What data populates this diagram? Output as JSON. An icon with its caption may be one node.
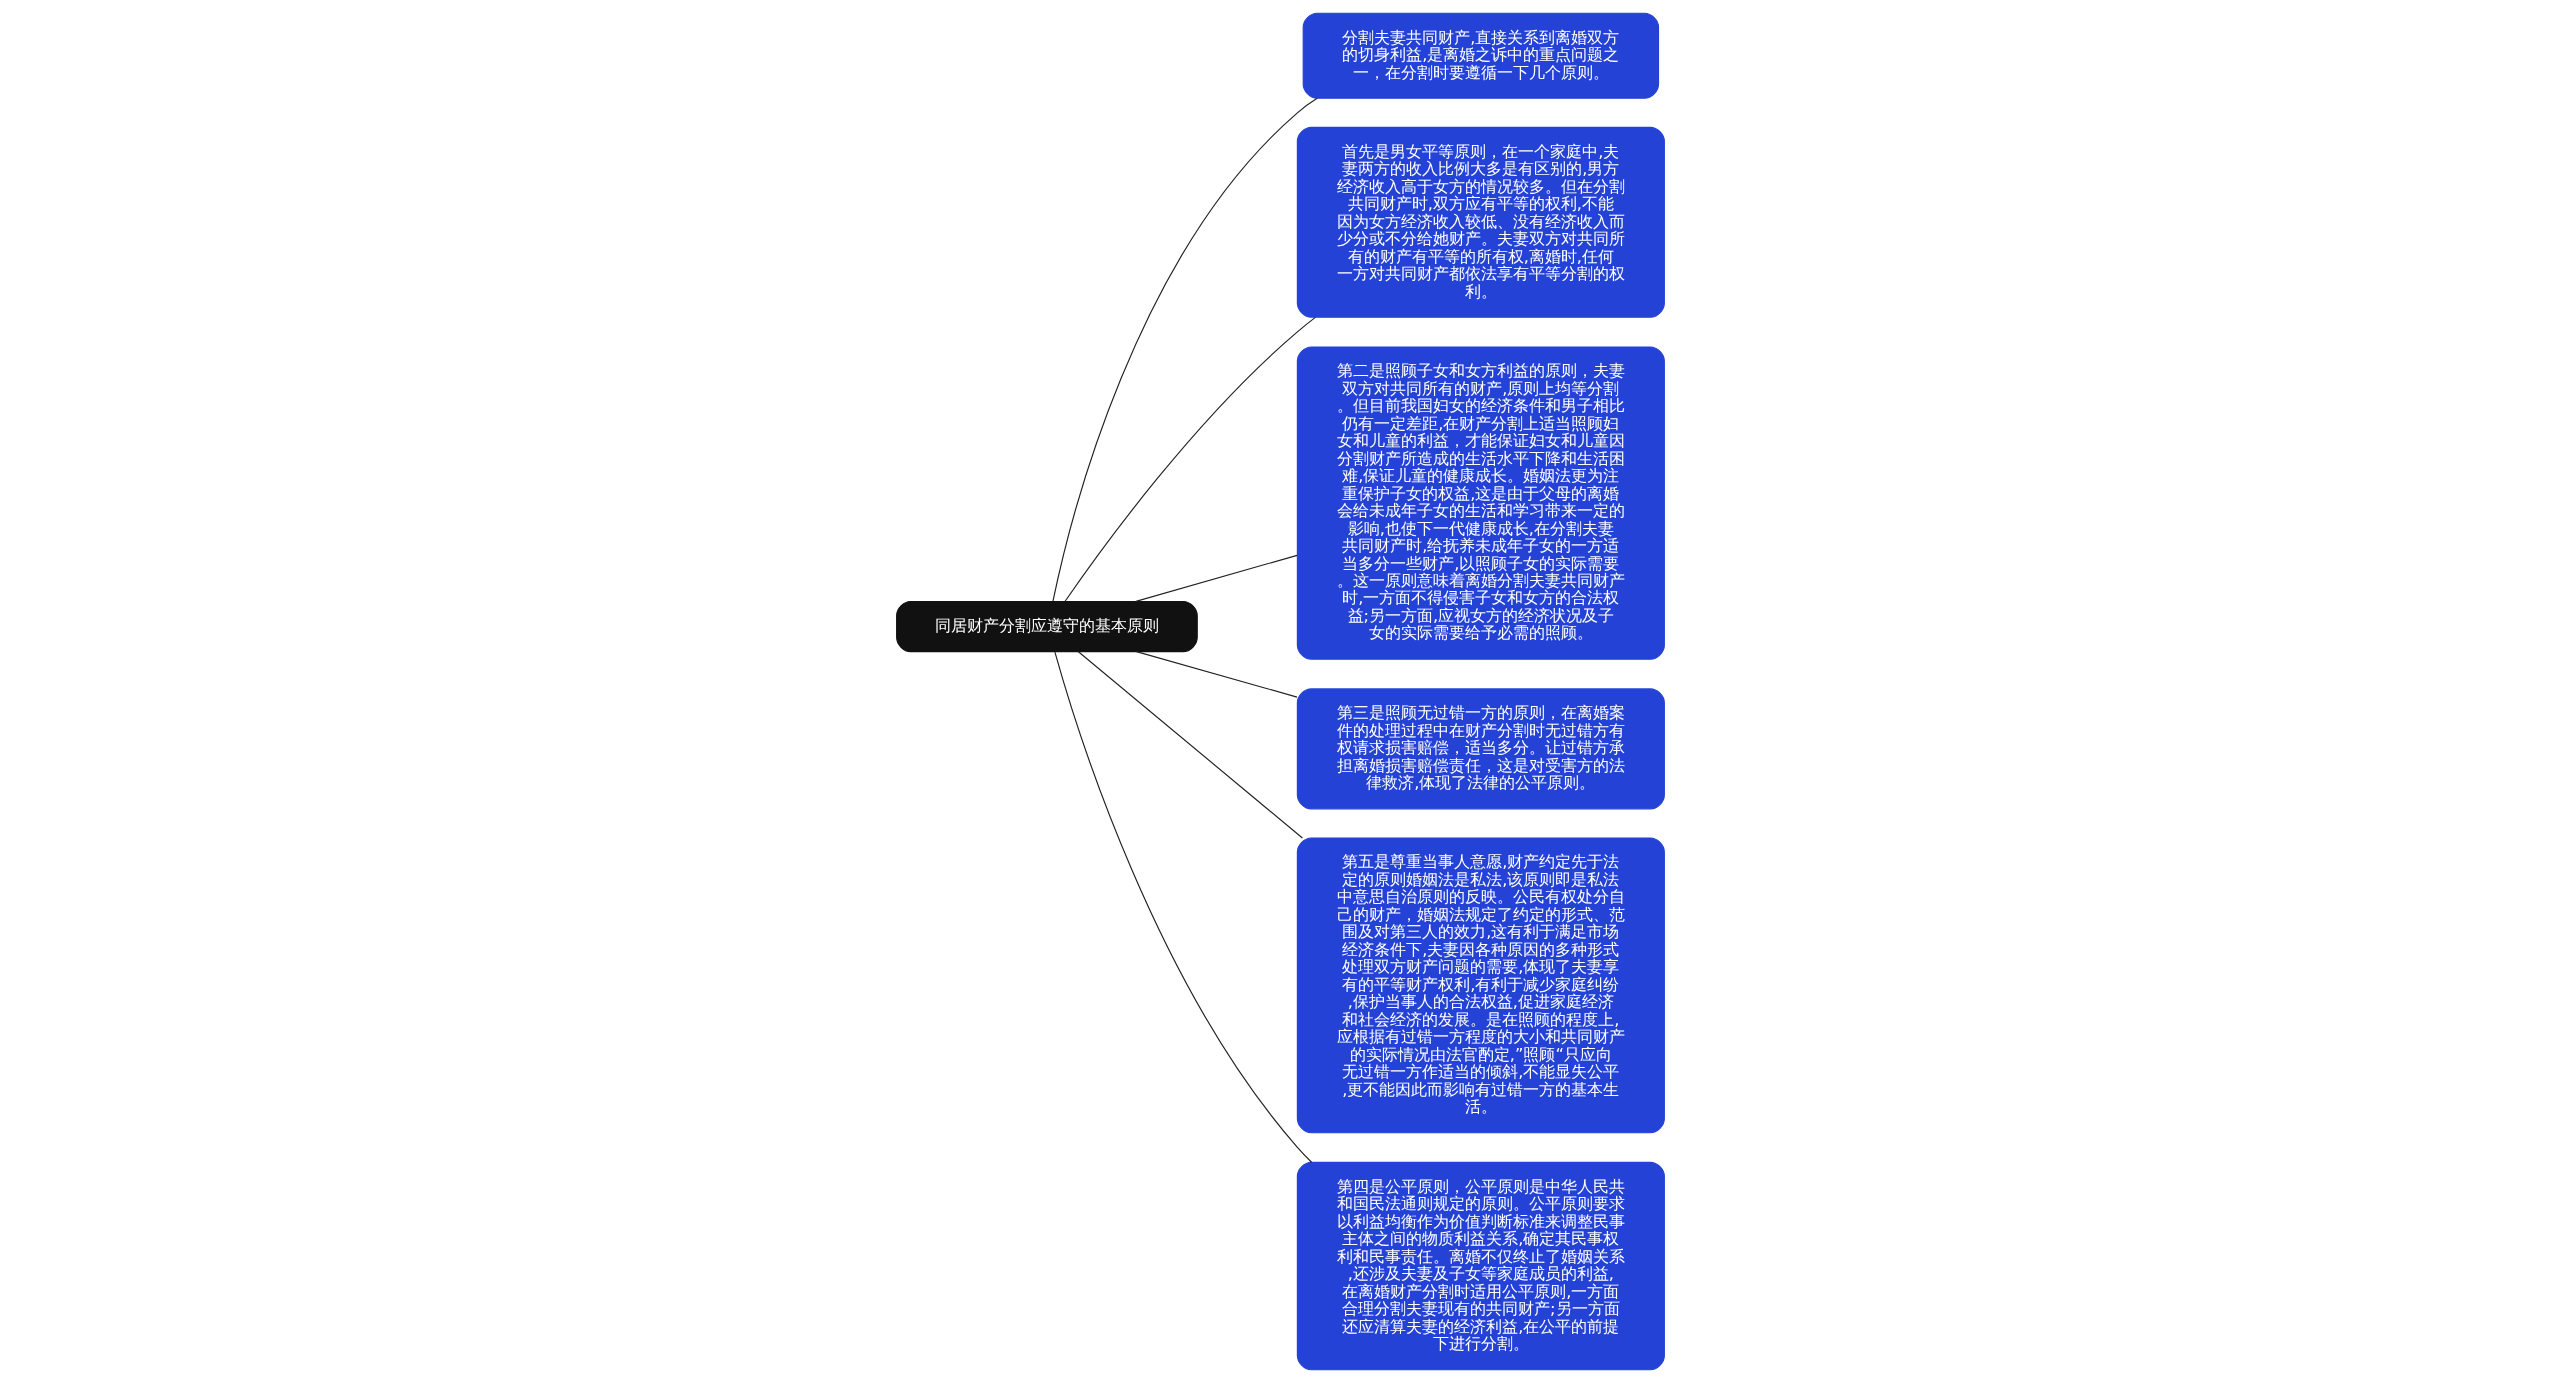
{
  "diagram": {
    "nodes": [
      {
        "text": [
          "同居财产分割应遵守的基本原则"
        ]
      },
      {
        "text": [
          "分割夫妻共同财产,直接关系到离婚双方的切身利益,是离婚之诉中的重点问题之一，在分割时要遵循一下几个原则。"
        ]
      },
      {
        "text": [
          "首先是男女平等原则，在一个家庭中,夫妻两方的收入比例大多是有区别的,男方经济收入高于女方的情况较多。但在分割共同财产时,双方应有平等的权利,不能因为女方经济收入较低、没有经济收入而少分或不分给她财产。夫妻双方对共同所有的财产有平等的所有权,离婚时,任何一方对共同财产都依法享有平等分割的权利。"
        ]
      },
      {
        "text": [
          "第二是照顾子女和女方利益的原则，夫妻双方对共同所有的财产,原则上均等分割。但目前我国妇女的经济条件和男子相比仍有一定差距,在财产分割上适当照顾妇女和儿童的利益，才能保证妇女和儿童因分割财产所造成的生活水平下降和生活困难,保证儿童的健康成长。婚姻法更为注重保护子女的权益,这是由于父母的离婚会给未成年子女的生活和学习带来一定的影响,也使下一代健康成长,在分割夫妻共同财产时,给抚养未成年子女的一方适当多分一些财产,以照顾子女的实际需要。这一原则意味着离婚分割夫妻共同财产时,一方面不得侵害子女和女方的合法权益;另一方面,应视女方的经济状况及子女的实际需要给予必需的照顾。"
        ]
      },
      {
        "text": [
          "第三是照顾无过错一方的原则，在离婚案件的处理过程中在财产分割时无过错方有权请求损害赔偿，适当多分。让过错方承担离婚损害赔偿责任，这是对受害方的法律救济,体现了法律的公平原则。"
        ]
      },
      {
        "text": [
          "第五是尊重当事人意愿,财产约定先于法定的原则婚姻法是私法,该原则即是私法中意思自治原则的反映。公民有权处分自己的财产，婚姻法规定了约定的形式、范围及对第三人的效力,这有利于满足市场经济条件下,夫妻因各种原因的多种形式处理双方财产问题的需要,体现了夫妻享有的平等财产权利,有利于减少家庭纠纷,保护当事人的合法权益,促进家庭经济和社会经济的发展。是在照顾的程度上,应根据有过错一方程度的大小和共同财产的实际情况由法官酌定,”照顾“只应向无过错一方作适当的倾斜,不能显失公平,更不能因此而影响有过错一方的基本生活。"
        ]
      },
      {
        "text": [
          "第四是公平原则，公平原则是中华人民共和国民法通则规定的原则。公平原则要求以利益均衡作为价值判断标准来调整民事主体之间的物质利益关系,确定其民事权利和民事责任。离婚不仅终止了婚姻关系,还涉及夫妻及子女等家庭成员的利益,在离婚财产分割时适用公平原则,一方面合理分割夫妻现有的共同财产;另一方面还应清算夫妻的经济利益,在公平的前提下进行分割。"
        ]
      }
    ],
    "edges": [
      {
        "from": 0,
        "to": 1,
        "arrow": "none"
      },
      {
        "from": 0,
        "to": 2,
        "arrow": "none"
      },
      {
        "from": 0,
        "to": 3,
        "arrow": "none"
      },
      {
        "from": 0,
        "to": 4,
        "arrow": "none"
      },
      {
        "from": 0,
        "to": 5,
        "arrow": "none"
      },
      {
        "from": 0,
        "to": 6,
        "arrow": "none"
      }
    ]
  }
}
